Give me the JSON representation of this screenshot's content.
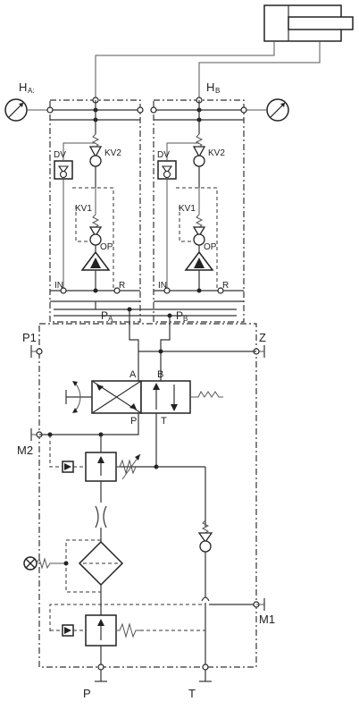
{
  "labels": {
    "ha": "H",
    "ha_sub": "A:",
    "hb": "H",
    "hb_sub": "B",
    "dv_a": "DV",
    "kv2_a": "KV2",
    "kv1_a": "KV1",
    "op_a": "OP",
    "in_a": "IN",
    "r_a": "R",
    "dv_b": "DV",
    "kv2_b": "KV2",
    "kv1_b": "KV1",
    "op_b": "OP",
    "in_b": "IN",
    "r_b": "R",
    "pa": "P",
    "pa_sub": "A",
    "pb": "P",
    "pb_sub": "B",
    "p1": "P1",
    "z": "Z",
    "a": "A",
    "b": "B",
    "p_valve": "P",
    "t_valve": "T",
    "m2": "M2",
    "m1": "M1",
    "p_bottom": "P",
    "t_bottom": "T"
  },
  "colors": {
    "line": "#333333",
    "background": "#ffffff"
  }
}
